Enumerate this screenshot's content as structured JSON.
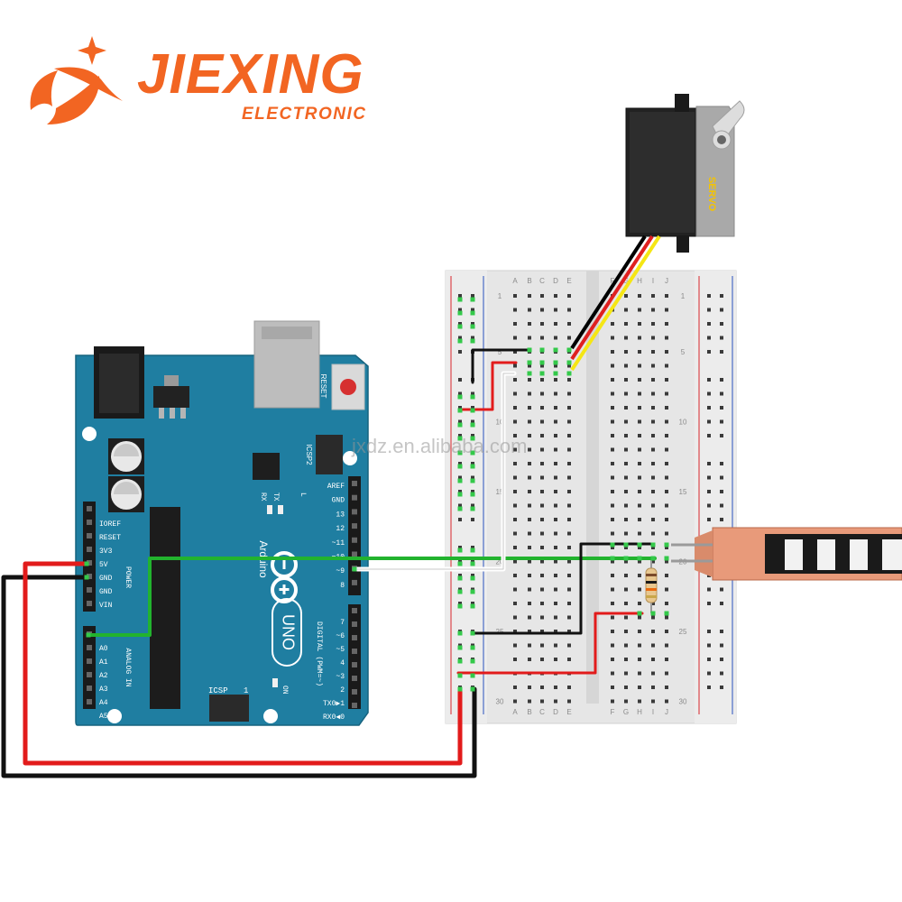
{
  "brand": {
    "name": "JIEXING",
    "subtitle": "ELECTRONIC",
    "color": "#f26522"
  },
  "watermark": "jxdz.en.alibaba.com",
  "arduino": {
    "board_color": "#1f7ea1",
    "reset_label": "RESET",
    "icsp2_label": "ICSP2",
    "icsp_label": "ICSP",
    "tx_label": "TX",
    "rx_label": "RX",
    "l_label": "L",
    "on_label": "ON",
    "brand_label": "Arduino",
    "model_label": "UNO",
    "one_label": "1",
    "power_header_labels": [
      "IOREF",
      "RESET",
      "3V3",
      "5V",
      "GND",
      "GND",
      "VIN"
    ],
    "power_group_label": "POWER",
    "analog_header_labels": [
      "A0",
      "A1",
      "A2",
      "A3",
      "A4",
      "A5"
    ],
    "analog_group_label": "ANALOG IN",
    "digital_top_labels": [
      "AREF",
      "GND",
      "13",
      "12",
      "~11",
      "~10",
      "~9",
      "8"
    ],
    "digital_bottom_labels": [
      "7",
      "~6",
      "~5",
      "4",
      "~3",
      "2",
      "TX0▶1",
      "RX0◀0"
    ],
    "digital_group_label": "DIGITAL (PWM=~)"
  },
  "servo": {
    "label": "SERVO",
    "wire_colors": [
      "#000000",
      "#e02020",
      "#f5e614"
    ]
  },
  "breadboard": {
    "column_letters_left": [
      "A",
      "B",
      "C",
      "D",
      "E"
    ],
    "column_letters_right": [
      "F",
      "G",
      "H",
      "I",
      "J"
    ],
    "row_numbers": [
      "1",
      "5",
      "10",
      "15",
      "20",
      "25",
      "30"
    ]
  },
  "colors": {
    "wire_red": "#e21b1b",
    "wire_black": "#111111",
    "wire_green": "#22b32e",
    "wire_white": "#ffffff",
    "rail_red": "#d7262b",
    "rail_blue": "#2a52be"
  }
}
